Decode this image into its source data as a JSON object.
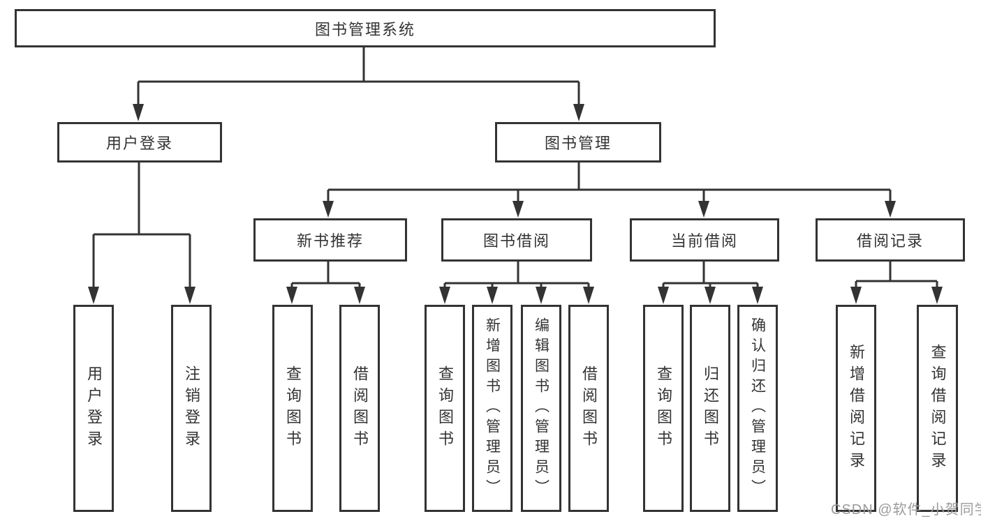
{
  "diagram": {
    "root": {
      "label": "图书管理系统"
    },
    "level1": [
      {
        "label": "用户登录"
      },
      {
        "label": "图书管理"
      }
    ],
    "level2": [
      {
        "label": "新书推荐"
      },
      {
        "label": "图书借阅"
      },
      {
        "label": "当前借阅"
      },
      {
        "label": "借阅记录"
      }
    ],
    "leaves": {
      "user_login": [
        "用户登录",
        "注销登录"
      ],
      "new_book_recommend": [
        "查询图书",
        "借阅图书"
      ],
      "book_borrow": [
        "查询图书",
        "新增图书（管理员）",
        "编辑图书（管理员）",
        "借阅图书"
      ],
      "current_borrow": [
        "查询图书",
        "归还图书",
        "确认归还（管理员）"
      ],
      "borrow_records": [
        "新增借阅记录",
        "查询借阅记录"
      ]
    }
  },
  "watermark": {
    "text": "CSDN @软件_小贺同学"
  },
  "colors": {
    "line": "#333333",
    "text": "#333333",
    "watermark": "#9b9b9b",
    "background": "#ffffff"
  }
}
